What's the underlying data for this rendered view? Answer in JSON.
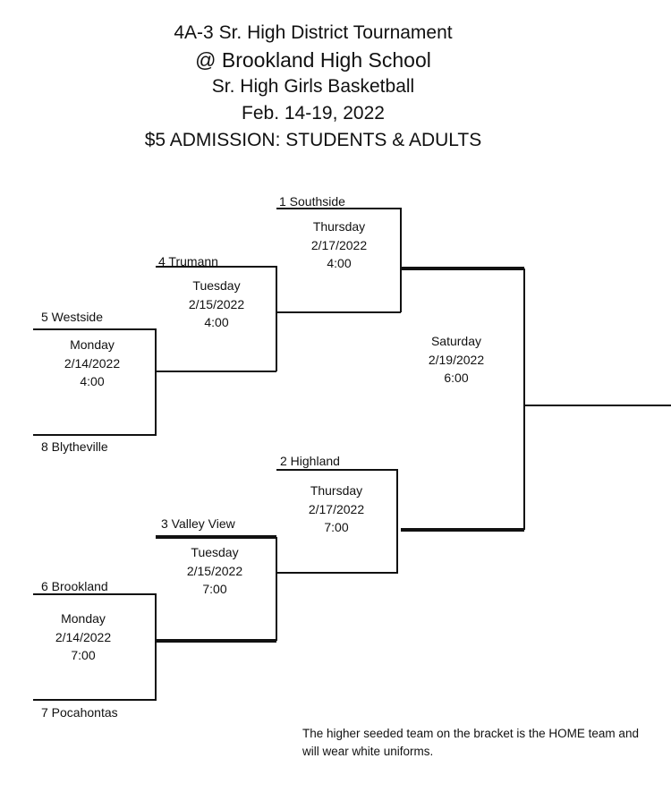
{
  "header": {
    "line1": "4A-3 Sr. High District Tournament",
    "line2": "@ Brookland High School",
    "line3": "Sr. High Girls Basketball",
    "line4": "Feb. 14-19, 2022",
    "line5": "$5 ADMISSION: STUDENTS & ADULTS"
  },
  "teams": {
    "southside": "1 Southside",
    "trumann": "4 Trumann",
    "westside": "5 Westside",
    "blytheville": "8 Blytheville",
    "highland": "2 Highland",
    "valley_view": "3 Valley View",
    "brookland": "6 Brookland",
    "pocahontas": "7 Pocahontas"
  },
  "games": {
    "monday_top": {
      "day": "Monday",
      "date": "2/14/2022",
      "time": "4:00"
    },
    "tuesday_top": {
      "day": "Tuesday",
      "date": "2/15/2022",
      "time": "4:00"
    },
    "thursday_top": {
      "day": "Thursday",
      "date": "2/17/2022",
      "time": "4:00"
    },
    "saturday_final": {
      "day": "Saturday",
      "date": "2/19/2022",
      "time": "6:00"
    },
    "thursday_bottom": {
      "day": "Thursday",
      "date": "2/17/2022",
      "time": "7:00"
    },
    "tuesday_bottom": {
      "day": "Tuesday",
      "date": "2/15/2022",
      "time": "7:00"
    },
    "monday_bottom": {
      "day": "Monday",
      "date": "2/14/2022",
      "time": "7:00"
    }
  },
  "footnote": "The higher seeded team on the bracket is the HOME team and will wear white uniforms."
}
